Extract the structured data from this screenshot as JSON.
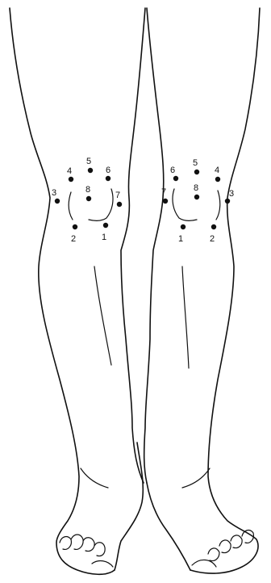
{
  "figure": {
    "subject": "front view of both legs with numbered knee points",
    "line_color": "#111111",
    "background": "#ffffff"
  },
  "left_knee": {
    "points": [
      {
        "label": "1"
      },
      {
        "label": "2"
      },
      {
        "label": "3"
      },
      {
        "label": "4"
      },
      {
        "label": "5"
      },
      {
        "label": "6"
      },
      {
        "label": "7"
      },
      {
        "label": "8"
      }
    ]
  },
  "right_knee": {
    "points": [
      {
        "label": "1"
      },
      {
        "label": "2"
      },
      {
        "label": "3"
      },
      {
        "label": "4"
      },
      {
        "label": "5"
      },
      {
        "label": "6"
      },
      {
        "label": "7"
      },
      {
        "label": "8"
      }
    ]
  }
}
